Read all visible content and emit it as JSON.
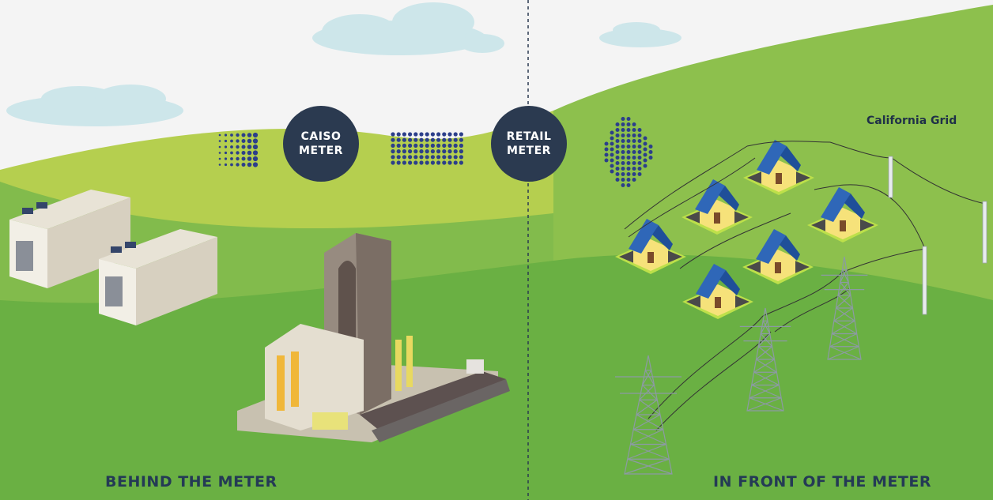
{
  "meters": [
    {
      "line1": "CAISO",
      "line2": "METER"
    },
    {
      "line1": "RETAIL",
      "line2": "METER"
    }
  ],
  "labels": {
    "behind": "BEHIND THE METER",
    "front": "IN FRONT OF THE METER",
    "grid": "California Grid"
  },
  "colors": {
    "sky": "#f4f4f4",
    "hill_light": "#b5cf4f",
    "hill_mid": "#8dc04d",
    "hill_dark": "#6ab043",
    "meter_bg": "#2b3a50",
    "dots": "#2c3f8a",
    "label_text": "#243a55",
    "roof": "#2f67b8",
    "house_wall": "#f6e27a"
  }
}
